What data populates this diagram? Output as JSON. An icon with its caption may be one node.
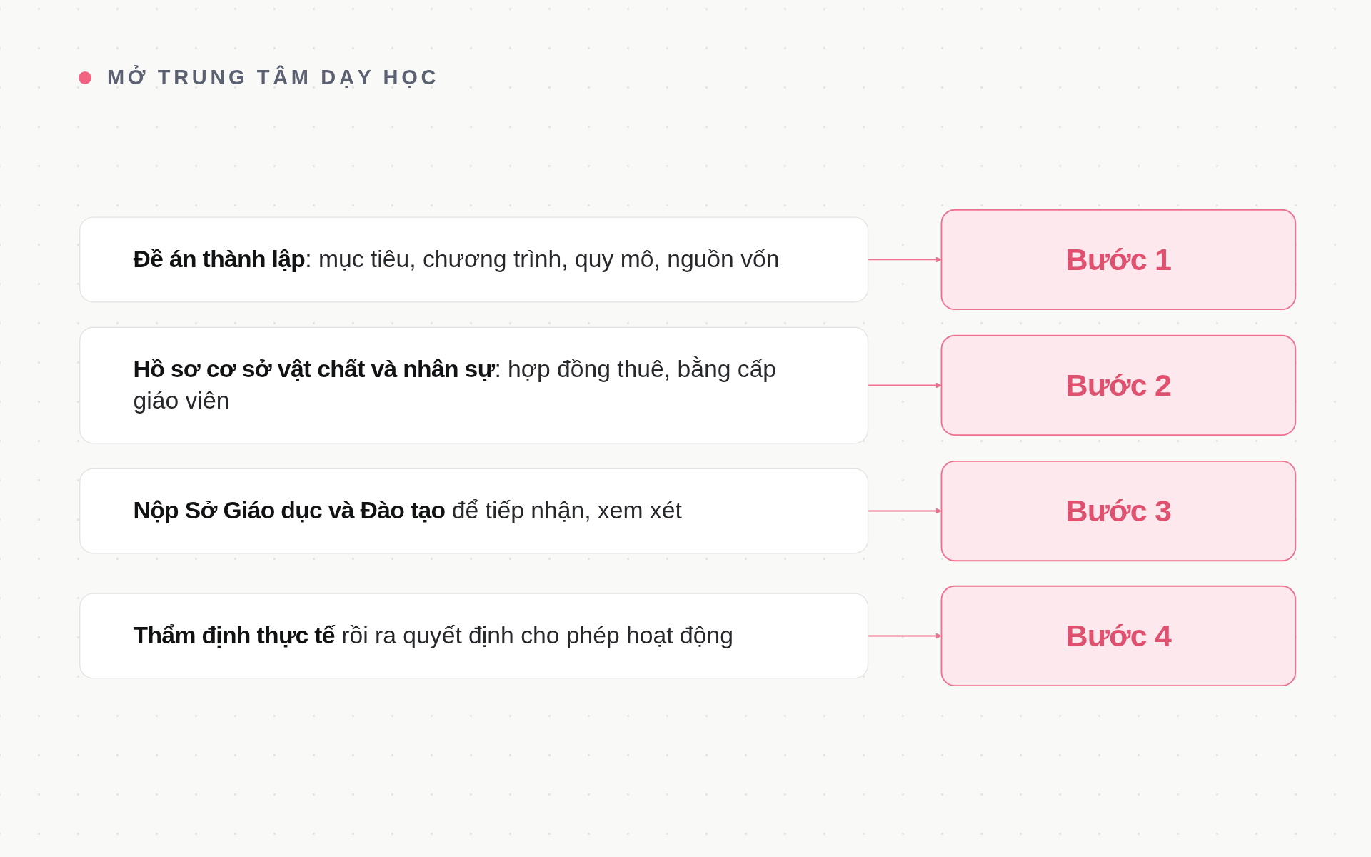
{
  "diagram": {
    "title": "MỞ TRUNG TÂM DẠY HỌC",
    "nodes": [
      {
        "text": [
          "**Đề án thành lập**: mục tiêu, chương trình, quy mô, nguồn vốn"
        ]
      },
      {
        "text": [
          "Bước 1"
        ]
      },
      {
        "text": [
          "**Hồ sơ cơ sở vật chất và nhân sự**: hợp đồng thuê, bằng cấp giáo viên"
        ]
      },
      {
        "text": [
          "Bước 2"
        ]
      },
      {
        "text": [
          "**Nộp Sở Giáo dục và Đào tạo** để tiếp nhận, xem xét"
        ]
      },
      {
        "text": [
          "Bước 3"
        ]
      },
      {
        "text": [
          "**Thẩm định thực tế** rồi ra quyết định cho phép hoạt động"
        ]
      },
      {
        "text": [
          "Bước 4"
        ]
      }
    ],
    "edges": [
      {
        "from": 0,
        "to": 1,
        "arrow": "to"
      },
      {
        "from": 2,
        "to": 3,
        "arrow": "to"
      },
      {
        "from": 4,
        "to": 5,
        "arrow": "to"
      },
      {
        "from": 6,
        "to": 7,
        "arrow": "to"
      }
    ]
  }
}
